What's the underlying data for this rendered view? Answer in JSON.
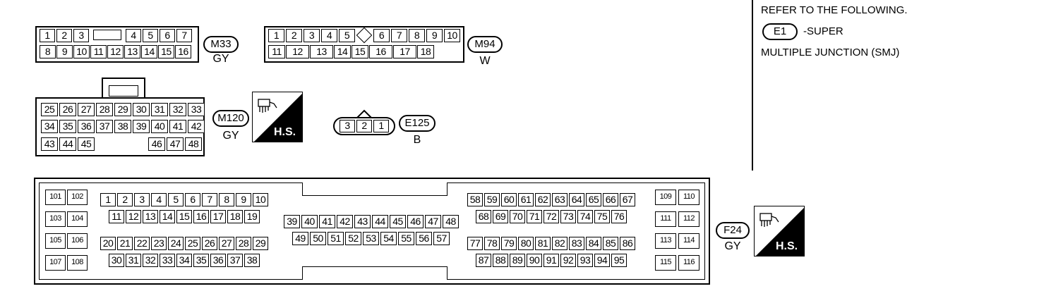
{
  "connectors": {
    "m33": {
      "tag": "M33",
      "color": "GY",
      "row1": [
        "1",
        "2",
        "3",
        "",
        "4",
        "5",
        "6",
        "7"
      ],
      "row2": [
        "8",
        "9",
        "10",
        "11",
        "12",
        "13",
        "14",
        "15",
        "16"
      ]
    },
    "m94": {
      "tag": "M94",
      "color": "W",
      "row1": [
        "1",
        "2",
        "3",
        "4",
        "5",
        "",
        "6",
        "7",
        "8",
        "9",
        "10"
      ],
      "row2": [
        "11",
        "12",
        "13",
        "14",
        "15",
        "16",
        "17",
        "18"
      ]
    },
    "m120": {
      "tag": "M120",
      "color": "GY",
      "row1": [
        "25",
        "26",
        "27",
        "28",
        "29",
        "30",
        "31",
        "32",
        "33"
      ],
      "row2": [
        "34",
        "35",
        "36",
        "37",
        "38",
        "39",
        "40",
        "41",
        "42"
      ],
      "row3a": [
        "43",
        "44",
        "45"
      ],
      "row3b": [
        "46",
        "47",
        "48"
      ],
      "hs_label": "H.S."
    },
    "e125": {
      "tag": "E125",
      "color": "B",
      "pins": [
        "3",
        "2",
        "1"
      ]
    },
    "f24": {
      "tag": "F24",
      "color": "GY",
      "hs_label": "H.S.",
      "left_block": [
        "101",
        "102",
        "103",
        "104",
        "105",
        "106",
        "107",
        "108"
      ],
      "right_block": [
        "109",
        "110",
        "111",
        "112",
        "113",
        "114",
        "115",
        "116"
      ],
      "g1_row1": [
        "1",
        "2",
        "3",
        "4",
        "5",
        "6",
        "7",
        "8",
        "9",
        "10"
      ],
      "g1_row2": [
        "11",
        "12",
        "13",
        "14",
        "15",
        "16",
        "17",
        "18",
        "19"
      ],
      "g2_row1": [
        "20",
        "21",
        "22",
        "23",
        "24",
        "25",
        "26",
        "27",
        "28",
        "29"
      ],
      "g2_row2": [
        "30",
        "31",
        "32",
        "33",
        "34",
        "35",
        "36",
        "37",
        "38"
      ],
      "g3_row1": [
        "39",
        "40",
        "41",
        "42",
        "43",
        "44",
        "45",
        "46",
        "47",
        "48"
      ],
      "g3_row2": [
        "49",
        "50",
        "51",
        "52",
        "53",
        "54",
        "55",
        "56",
        "57"
      ],
      "g4_row1": [
        "58",
        "59",
        "60",
        "61",
        "62",
        "63",
        "64",
        "65",
        "66",
        "67"
      ],
      "g4_row2": [
        "68",
        "69",
        "70",
        "71",
        "72",
        "73",
        "74",
        "75",
        "76"
      ],
      "g5_row1": [
        "77",
        "78",
        "79",
        "80",
        "81",
        "82",
        "83",
        "84",
        "85",
        "86"
      ],
      "g5_row2": [
        "87",
        "88",
        "89",
        "90",
        "91",
        "92",
        "93",
        "94",
        "95"
      ]
    }
  },
  "legend": {
    "line1": "REFER TO THE FOLLOWING.",
    "tag": "E1",
    "tag_suffix": "-SUPER",
    "line3": "MULTIPLE JUNCTION (SMJ)"
  }
}
